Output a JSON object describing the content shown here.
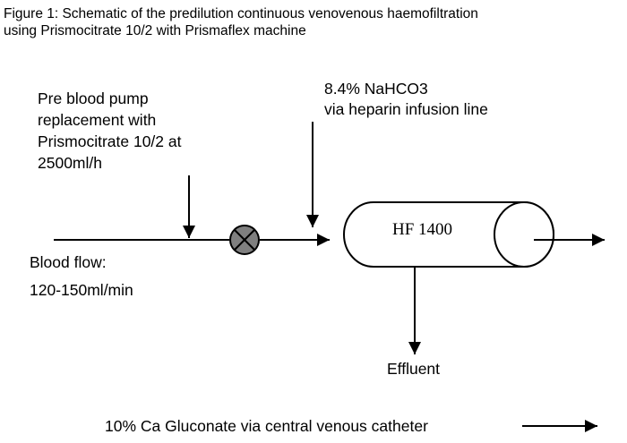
{
  "title": {
    "line1": "Figure 1: Schematic of the predilution continuous venovenous haemofiltration",
    "line2": "using Prismocitrate 10/2 with Prismaflex machine"
  },
  "pre_pump": {
    "line1": "Pre blood pump",
    "line2": "replacement with",
    "line3": "Prismocitrate 10/2 at",
    "line4": "2500ml/h"
  },
  "bicarbonate": {
    "line1": "8.4% NaHCO3",
    "line2": "via heparin infusion line"
  },
  "blood_flow": {
    "label": "Blood flow:",
    "rate": "120-150ml/min"
  },
  "filter": {
    "label": "HF 1400"
  },
  "effluent": {
    "label": "Effluent"
  },
  "calcium": {
    "label": "10% Ca Gluconate via central venous catheter"
  },
  "colors": {
    "line": "#000000",
    "pump_fill": "#7f7f7f"
  },
  "icons": {
    "pump": "pump-x-circle-icon"
  }
}
